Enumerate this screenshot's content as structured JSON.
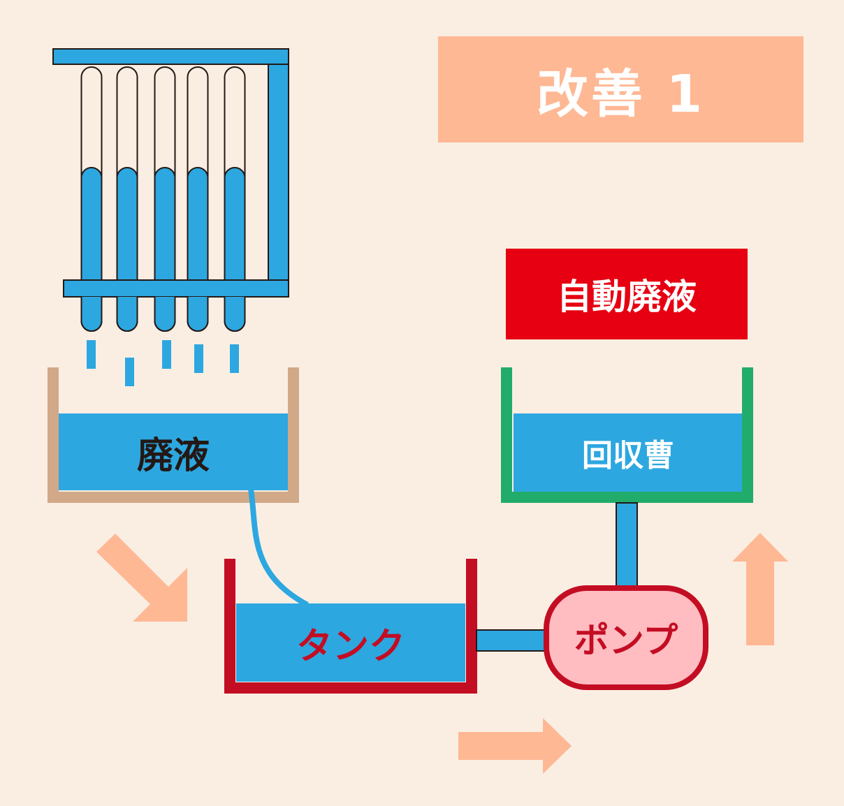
{
  "title": "改善 1",
  "auto_drain": "自動廃液",
  "waste_tray": "廃液",
  "recovery_tank": "回収曹",
  "tank": "タンク",
  "pump": "ポンプ",
  "colors": {
    "background": "#FAEEE3",
    "liquid_blue": "#2DA7E0",
    "tray_tan": "#D1A988",
    "recovery_green": "#22AC6B",
    "tank_red": "#C30D23",
    "pump_fill": "#FFBCC1",
    "arrow_peach": "#FEB894",
    "title_bg": "#FEB894",
    "auto_bg": "#E60012"
  },
  "icons": [
    "test-tube-rack-icon",
    "droplet-icon",
    "arrow-down-right-icon",
    "arrow-right-icon",
    "arrow-up-icon",
    "pipe-icon"
  ]
}
